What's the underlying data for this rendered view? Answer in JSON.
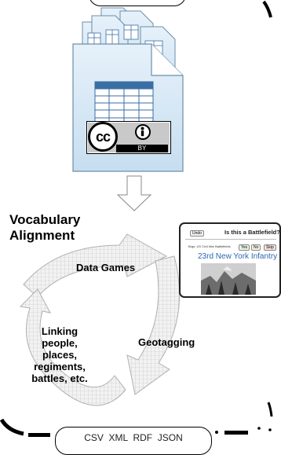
{
  "sections": {
    "title": "Vocabulary Alignment"
  },
  "cycle": {
    "data_games": "Data Games",
    "geotagging": "Geotagging",
    "linking_lines": [
      "Linking",
      "people,",
      "places,",
      "regiments,",
      "battles, etc."
    ]
  },
  "license": {
    "cc_text": "cc",
    "by_text": "BY"
  },
  "formats_pill": {
    "text": "CSV  XML  RDF  JSON"
  },
  "game_screenshot": {
    "undo_button": "Undo",
    "question": "Is this a Battlefield?",
    "breadcrumb": "Brgs: US Civil War Battlefields",
    "yes_button": "Yes",
    "no_button": "No",
    "skip_button": "Skip",
    "subject": "23rd New York Infantry"
  },
  "icons": [
    "creative-commons-icon",
    "attribution-icon",
    "down-arrow-icon",
    "document-stack-icon",
    "cycle-arrows-icon"
  ]
}
